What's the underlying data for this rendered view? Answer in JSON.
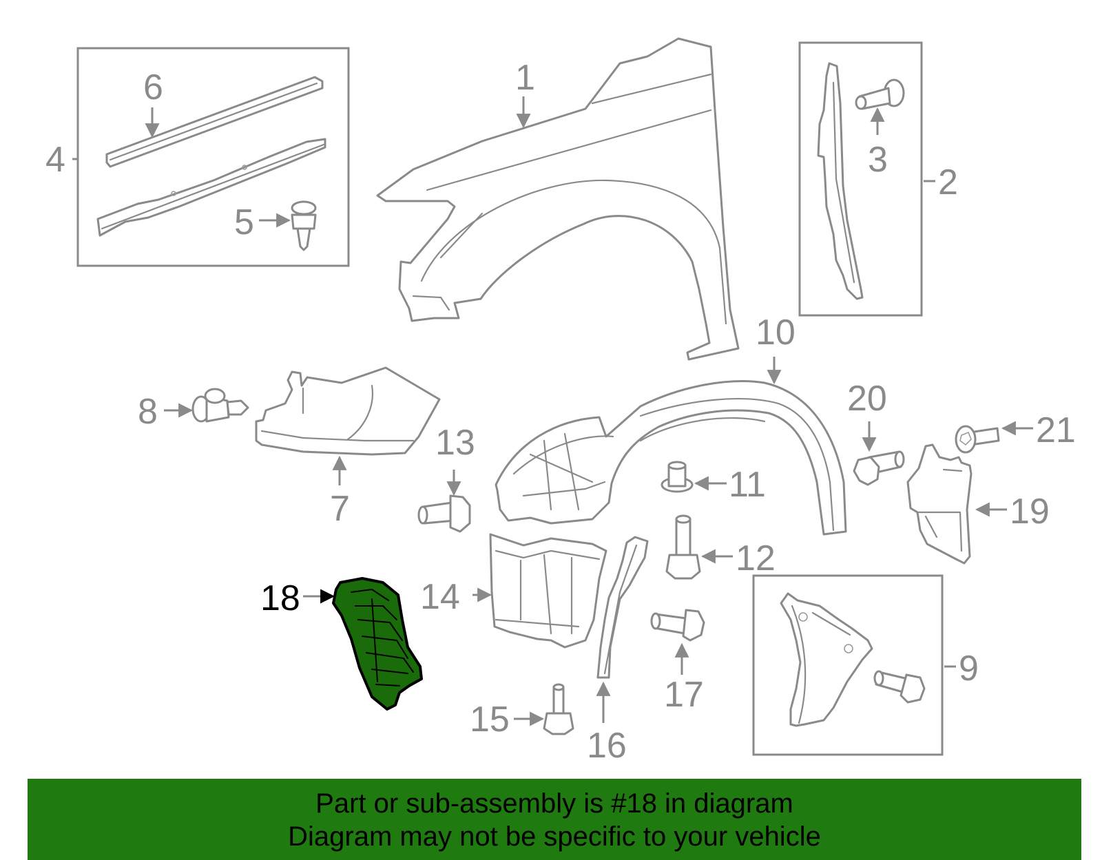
{
  "callouts": {
    "c1": "1",
    "c2": "2",
    "c3": "3",
    "c4": "4",
    "c5": "5",
    "c6": "6",
    "c7": "7",
    "c8": "8",
    "c9": "9",
    "c10": "10",
    "c11": "11",
    "c12": "12",
    "c13": "13",
    "c14": "14",
    "c15": "15",
    "c16": "16",
    "c17": "17",
    "c18": "18",
    "c19": "19",
    "c20": "20",
    "c21": "21"
  },
  "highlight": {
    "part_number": "18",
    "fill_color": "#1a6b0a"
  },
  "banner": {
    "line1": "Part or sub-assembly is #18 in diagram",
    "line2": "Diagram may not be specific to your vehicle",
    "background": "#1f7a0f"
  }
}
